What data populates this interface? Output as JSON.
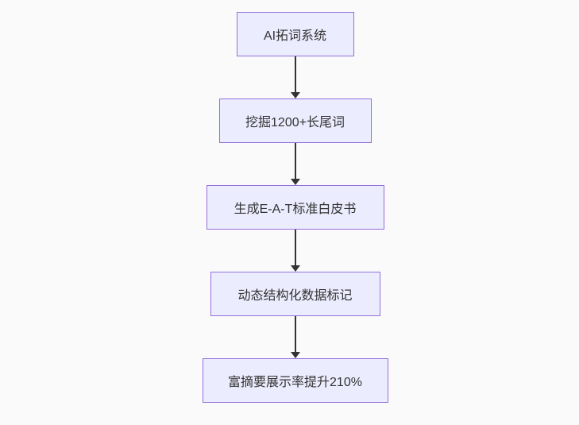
{
  "diagram": {
    "type": "flowchart",
    "direction": "top-down",
    "nodes": [
      {
        "id": "node-1",
        "label": "AI拓词系统"
      },
      {
        "id": "node-2",
        "label": "挖掘1200+长尾词"
      },
      {
        "id": "node-3",
        "label": "生成E-A-T标准白皮书"
      },
      {
        "id": "node-4",
        "label": "动态结构化数据标记"
      },
      {
        "id": "node-5",
        "label": "富摘要展示率提升210%"
      }
    ],
    "edges": [
      {
        "from": "node-1",
        "to": "node-2",
        "arrow": "down"
      },
      {
        "from": "node-2",
        "to": "node-3",
        "arrow": "down"
      },
      {
        "from": "node-3",
        "to": "node-4",
        "arrow": "down"
      },
      {
        "from": "node-4",
        "to": "node-5",
        "arrow": "down"
      }
    ],
    "colors": {
      "node_fill": "#ECECFF",
      "node_border": "#9370DB",
      "edge": "#333333",
      "text": "#333333",
      "background": "#fafafa"
    }
  }
}
